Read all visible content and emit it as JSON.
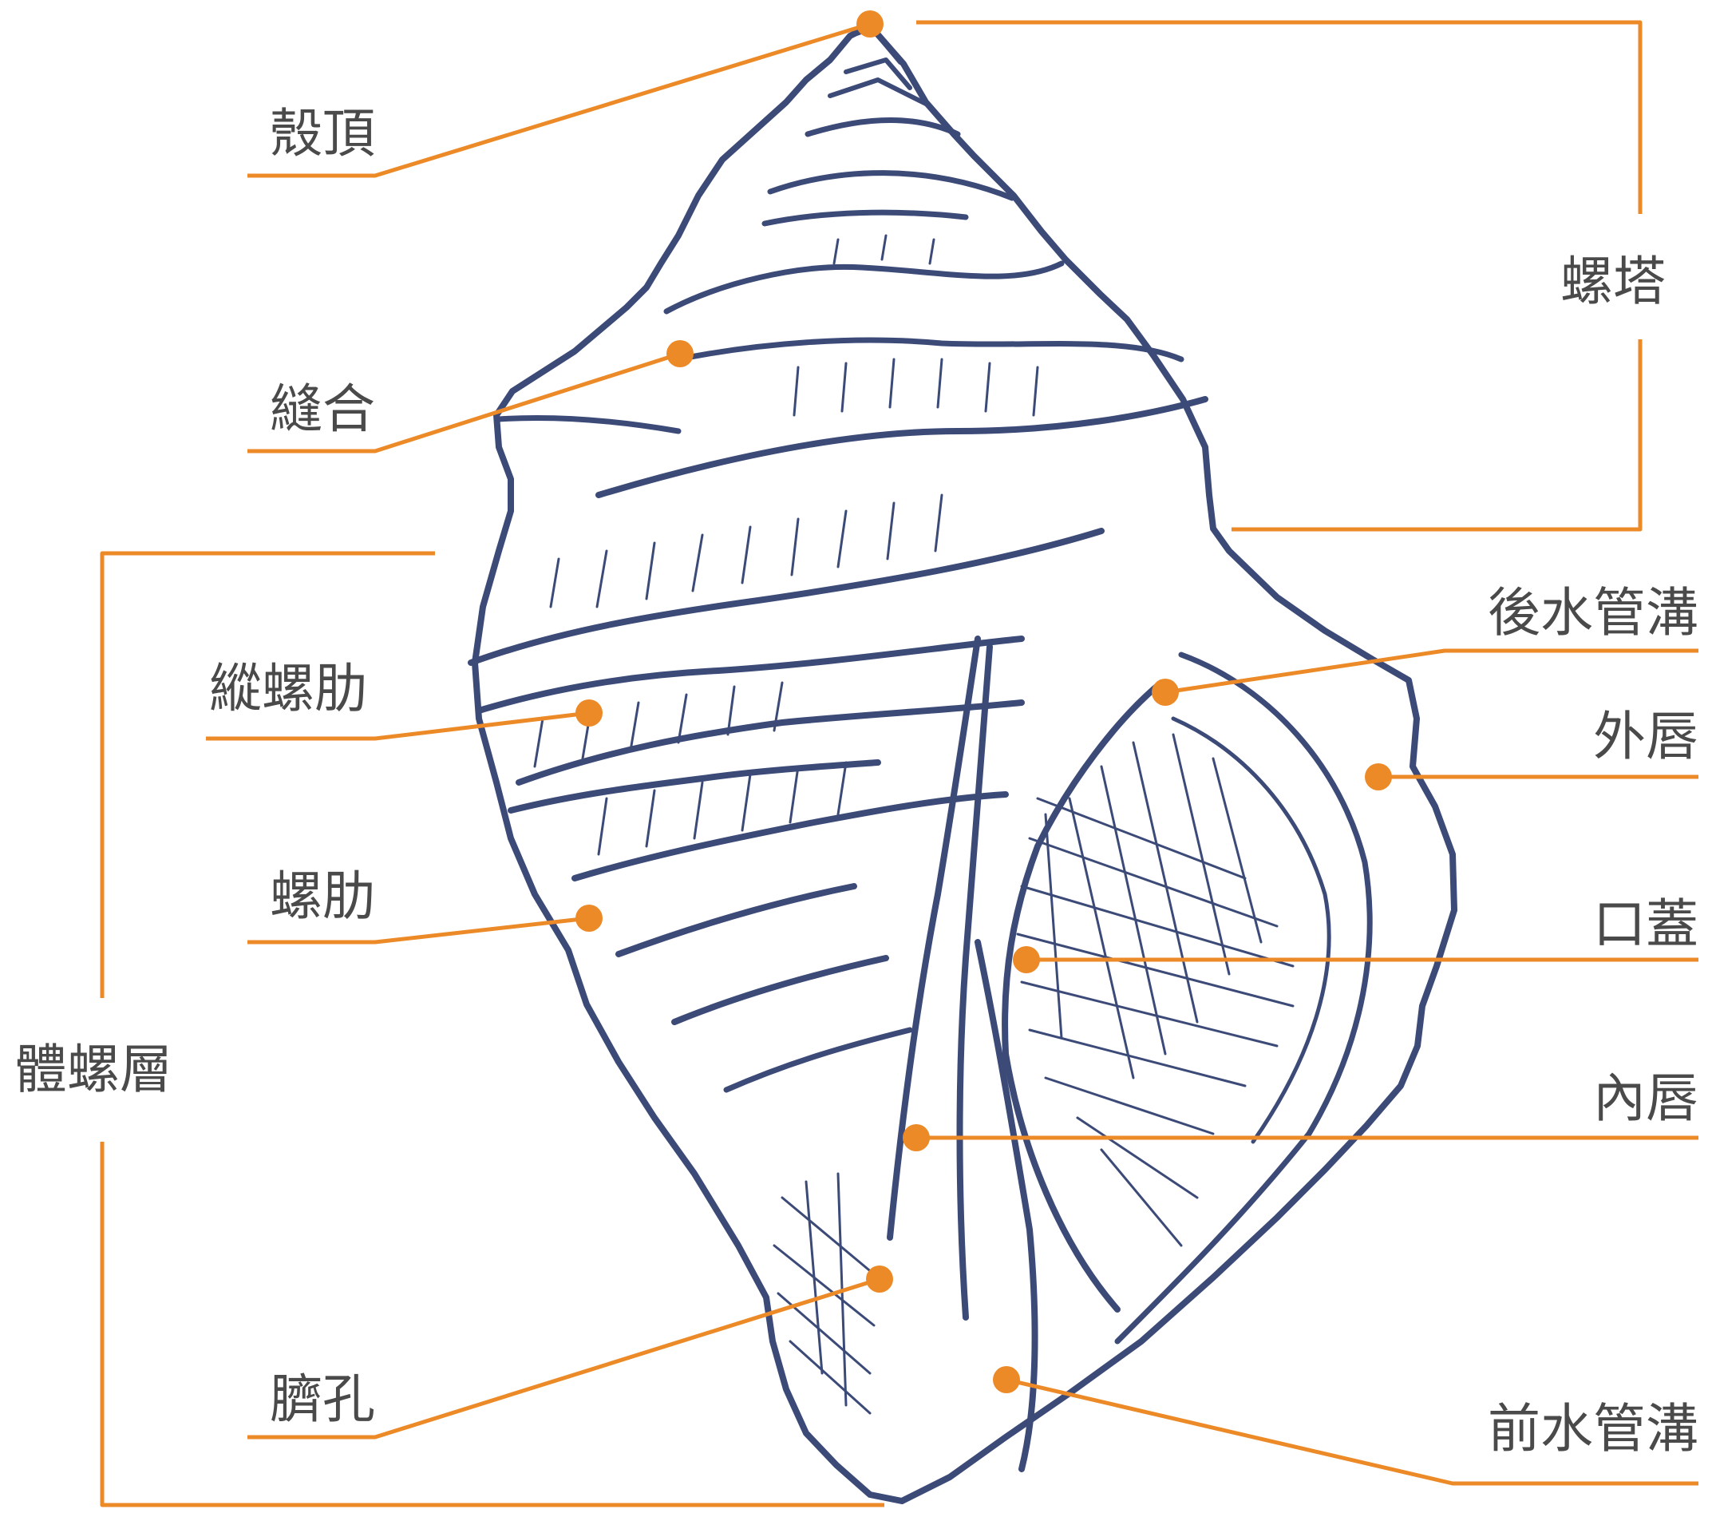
{
  "colors": {
    "leader": "#ec8a28",
    "dot": "#ec8a28",
    "shell_stroke": "#3c4a78",
    "text": "#4a4a4a",
    "background": "#ffffff"
  },
  "labels": {
    "apex": "殼頂",
    "suture": "縫合",
    "axial_rib": "縱螺肋",
    "spiral_rib": "螺肋",
    "umbilicus": "臍孔",
    "body_whorl": "體螺層",
    "spire": "螺塔",
    "posterior_canal": "後水管溝",
    "outer_lip": "外唇",
    "operculum": "口蓋",
    "inner_lip": "內唇",
    "anterior_canal": "前水管溝"
  }
}
